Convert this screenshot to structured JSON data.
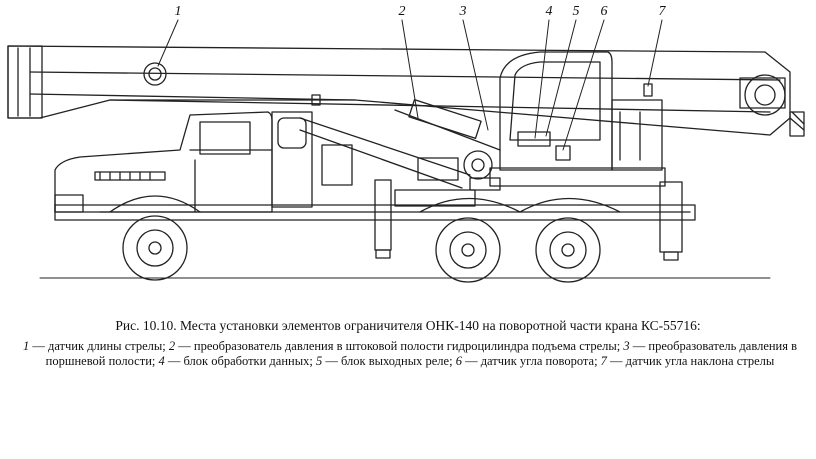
{
  "callouts": [
    "1",
    "2",
    "3",
    "4",
    "5",
    "6",
    "7"
  ],
  "caption": "Рис. 10.10. Места установки элементов ограничителя ОНК-140 на поворотной части крана КС-55716:",
  "legend": [
    {
      "num": "1",
      "text": "датчик длины стрелы;"
    },
    {
      "num": "2",
      "text": "преобразователь давления в штоковой полости гидроцилиндра подъема стрелы;"
    },
    {
      "num": "3",
      "text": "преобразователь давления в поршневой полости;"
    },
    {
      "num": "4",
      "text": "блок обработки данных;"
    },
    {
      "num": "5",
      "text": "блок выходных реле;"
    },
    {
      "num": "6",
      "text": "датчик угла поворота;"
    },
    {
      "num": "7",
      "text": "датчик угла наклона стрелы"
    }
  ],
  "dash": "—"
}
